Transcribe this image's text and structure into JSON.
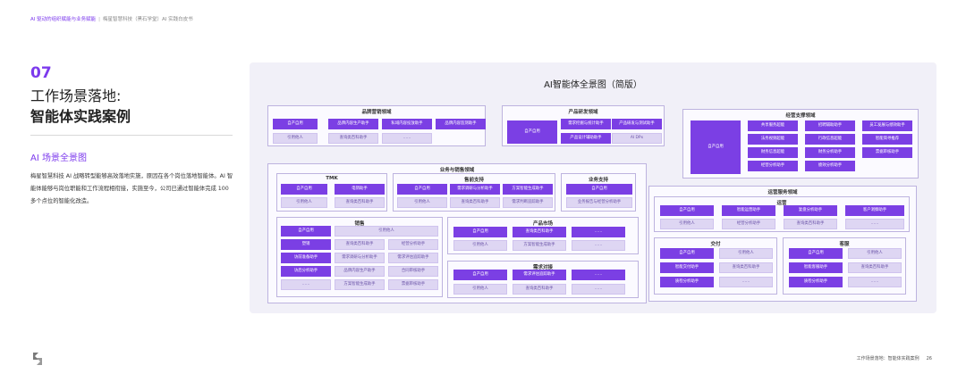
{
  "header": {
    "part1": "AI 驱动的组织赋能与业务赋能",
    "divider": "|",
    "part2": "梅星智慧科技（黑石学堂）AI 实践白皮书"
  },
  "section": {
    "number": "07",
    "title_line1": "工作场景落地:",
    "title_line2": "智能体实践案例"
  },
  "subheading": "AI 场景全景图",
  "body_text": "梅星智慧科技 AI 战略转型能够高效落地实施，原因在各个岗位落地智能体。AI 智能体能够与岗位职能和工作流程相衔接，实施至今，公司已通过智能体完成 100 多个点位的智能化改造。",
  "footer": {
    "label": "工作场景落地：智能体实践案例",
    "page": "26"
  },
  "diagram": {
    "title": "AI智能体全景图（简版）",
    "boxes": [
      {
        "title": "品牌营销领域",
        "cells": [
          {
            "t": "自产自用",
            "s": "p"
          },
          {
            "t": "品牌内容生产助手",
            "s": "p"
          },
          {
            "t": "私域内容投放助手",
            "s": "p"
          },
          {
            "t": "品牌内容监测助手",
            "s": "p"
          },
          {
            "t": "引用他人",
            "s": "l"
          },
          {
            "t": "查询类百科助手",
            "s": "l"
          },
          {
            "t": "……",
            "s": "l"
          }
        ]
      },
      {
        "title": "产品研发领域",
        "cells": [
          {
            "t": "自产自用",
            "s": "p"
          },
          {
            "t": "需求挖掘与统计助手",
            "s": "p"
          },
          {
            "t": "产品研发与测试助手",
            "s": "p"
          },
          {
            "t": "产品设计辅助助手",
            "s": "p"
          },
          {
            "t": "AI DPx",
            "s": "l"
          }
        ]
      },
      {
        "title": "经营支撑领域",
        "cells": [
          {
            "t": "自产自用",
            "s": "p"
          },
          {
            "t": "共享服务超能",
            "s": "p"
          },
          {
            "t": "招聘辅助助手",
            "s": "p"
          },
          {
            "t": "员工发展与绩效助手",
            "s": "p"
          },
          {
            "t": "法务视频超能",
            "s": "p"
          },
          {
            "t": "行政信息超能",
            "s": "p"
          },
          {
            "t": "智能简寻推荐",
            "s": "p"
          },
          {
            "t": "财务信息超能",
            "s": "p"
          },
          {
            "t": "财务分析助手",
            "s": "p"
          },
          {
            "t": "票据审核助手",
            "s": "p"
          },
          {
            "t": "经营分析助手",
            "s": "p"
          },
          {
            "t": "绩效分析助手",
            "s": "p"
          }
        ]
      },
      {
        "title": "业务与销售领域",
        "cells": []
      },
      {
        "title": "TMK",
        "cells": [
          {
            "t": "自产自用",
            "s": "p"
          },
          {
            "t": "电销助手",
            "s": "p"
          },
          {
            "t": "引用他人",
            "s": "l"
          },
          {
            "t": "查询类百科助手",
            "s": "l"
          }
        ]
      },
      {
        "title": "售前支持",
        "cells": [
          {
            "t": "自产自用",
            "s": "p"
          },
          {
            "t": "需求调研与分析助手",
            "s": "p"
          },
          {
            "t": "方案智能生成助手",
            "s": "p"
          },
          {
            "t": "引用他人",
            "s": "l"
          },
          {
            "t": "查询类百科助手",
            "s": "l"
          },
          {
            "t": "需求判断追踪助手",
            "s": "l"
          }
        ]
      },
      {
        "title": "业务支持",
        "cells": [
          {
            "t": "自产自用",
            "s": "p"
          },
          {
            "t": "业务报告与经营分析助手",
            "s": "l"
          }
        ]
      },
      {
        "title": "销售",
        "cells": [
          {
            "t": "自产自用",
            "s": "p"
          },
          {
            "t": "引用他人",
            "s": "l"
          },
          {
            "t": "塑销",
            "s": "p"
          },
          {
            "t": "查询类百科助手",
            "s": "l"
          },
          {
            "t": "经营分析助手",
            "s": "l"
          },
          {
            "t": "访前准备助手",
            "s": "p"
          },
          {
            "t": "需求调研与分析助手",
            "s": "l"
          },
          {
            "t": "需求评估追踪助手",
            "s": "l"
          },
          {
            "t": "访后分析助手",
            "s": "p"
          },
          {
            "t": "品牌内容生产助手",
            "s": "l"
          },
          {
            "t": "合同审核助手",
            "s": "l"
          },
          {
            "t": "……",
            "s": "l"
          },
          {
            "t": "方案智能生成助手",
            "s": "l"
          },
          {
            "t": "票据审核助手",
            "s": "l"
          }
        ]
      },
      {
        "title": "产品市场",
        "cells": [
          {
            "t": "自产自用",
            "s": "p"
          },
          {
            "t": "查询类百科助手",
            "s": "p"
          },
          {
            "t": "……",
            "s": "p"
          },
          {
            "t": "引用他人",
            "s": "l"
          },
          {
            "t": "方案智能生成助手",
            "s": "l"
          },
          {
            "t": "……",
            "s": "l"
          }
        ]
      },
      {
        "title": "需求对接",
        "cells": [
          {
            "t": "自产自用",
            "s": "p"
          },
          {
            "t": "需求评估追踪助手",
            "s": "p"
          },
          {
            "t": "……",
            "s": "p"
          },
          {
            "t": "引用他人",
            "s": "l"
          },
          {
            "t": "查询类百科助手",
            "s": "l"
          },
          {
            "t": "……",
            "s": "l"
          }
        ]
      },
      {
        "title": "运营服务领域",
        "cells": []
      },
      {
        "title": "运营",
        "cells": [
          {
            "t": "自产自用",
            "s": "p"
          },
          {
            "t": "智能运营助手",
            "s": "p"
          },
          {
            "t": "复盘分析助手",
            "s": "p"
          },
          {
            "t": "客户洞察助手",
            "s": "p"
          },
          {
            "t": "引用他人",
            "s": "l"
          },
          {
            "t": "经营分析助手",
            "s": "l"
          },
          {
            "t": "查询类百科助手",
            "s": "l"
          },
          {
            "t": "……",
            "s": "l"
          }
        ]
      },
      {
        "title": "交付",
        "cells": [
          {
            "t": "自产自用",
            "s": "p"
          },
          {
            "t": "引用他人",
            "s": "l"
          },
          {
            "t": "智能交付助手",
            "s": "p"
          },
          {
            "t": "查询类百科助手",
            "s": "l"
          },
          {
            "t": "质检分析助手",
            "s": "p"
          },
          {
            "t": "……",
            "s": "l"
          }
        ]
      },
      {
        "title": "客服",
        "cells": [
          {
            "t": "自产自用",
            "s": "p"
          },
          {
            "t": "引用他人",
            "s": "l"
          },
          {
            "t": "智能客服助手",
            "s": "p"
          },
          {
            "t": "查询类百科助手",
            "s": "l"
          },
          {
            "t": "质检分析助手",
            "s": "p"
          },
          {
            "t": "……",
            "s": "l"
          }
        ]
      }
    ]
  },
  "colors": {
    "accent": "#7c3aed",
    "cell_primary": "#7b3fe4",
    "cell_light": "#ded6f3",
    "panel_bg": "#f1f0f8"
  }
}
